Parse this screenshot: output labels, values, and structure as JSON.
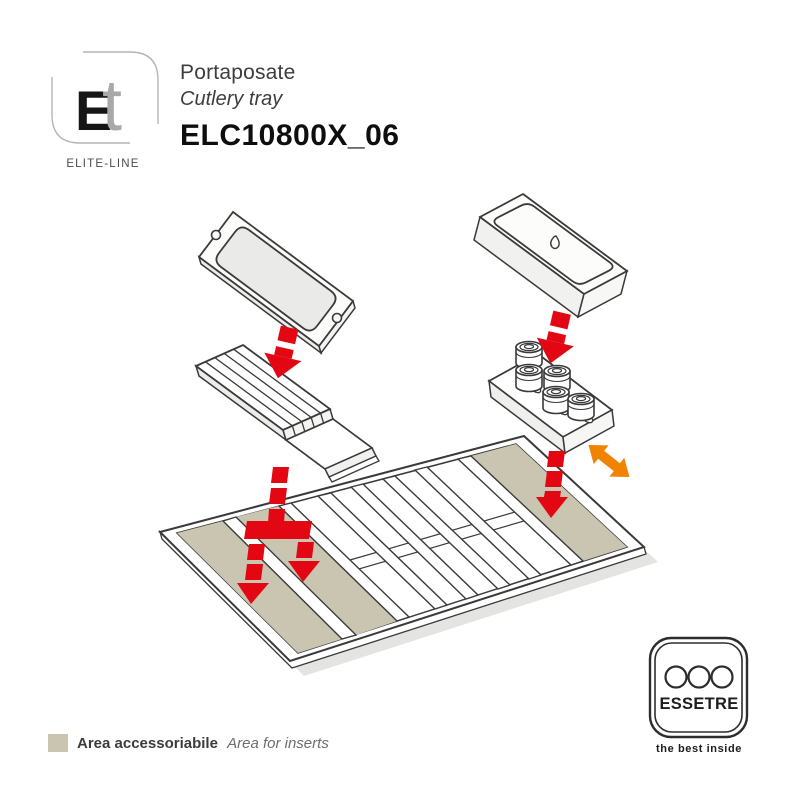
{
  "window": {
    "background": "#ffffff"
  },
  "brand": {
    "monogram_primary": "E",
    "monogram_secondary": "t",
    "series_label": "ELITE-LINE"
  },
  "header": {
    "product_name_it": "Portaposate",
    "product_name_en": "Cutlery tray",
    "product_code": "ELC10800X_06"
  },
  "legend": {
    "swatch_color": "#c9c5b1",
    "label_bold": "Area accessoriabile",
    "label_italic": "Area for inserts"
  },
  "footer_brand": {
    "name": "ESSETRE",
    "tagline": "the best inside"
  },
  "diagram": {
    "colors": {
      "outline": "#3a3a3a",
      "insert_area": "#c9c5b1",
      "assembly_arrow_red": "#e30613",
      "adjustment_arrow_orange": "#f08300",
      "shadow": "#e4e4e2"
    }
  }
}
